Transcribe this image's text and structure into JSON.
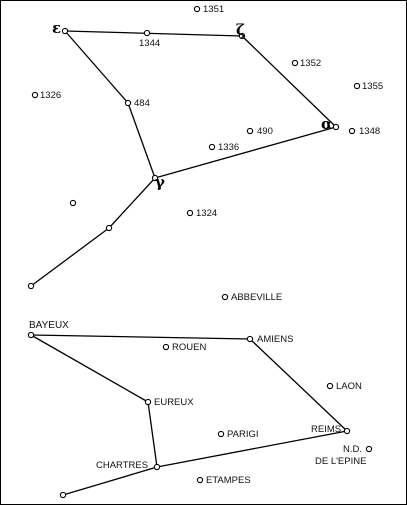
{
  "top_map": {
    "greek_labels": {
      "epsilon": "ε",
      "zeta": "ζ",
      "alpha": "α",
      "gamma": "γ"
    },
    "numbers": {
      "n1351": "1351",
      "n1344": "1344",
      "n1352": "1352",
      "n1355": "1355",
      "n1326": "1326",
      "n484": "484",
      "n490": "490",
      "n1348": "1348",
      "n1336": "1336",
      "n1324": "1324"
    }
  },
  "bottom_map": {
    "cities": {
      "abbeville": "ABBEVILLE",
      "bayeux": "BAYEUX",
      "rouen": "ROUEN",
      "amiens": "AMIENS",
      "laon": "LAON",
      "eureux": "EUREUX",
      "reims": "REIMS",
      "parigi": "PARIGI",
      "nd_line1": "N.D.",
      "nd_line2": "DE L'EPINE",
      "chartres": "CHARTRES",
      "etampes": "ETAMPES"
    }
  }
}
